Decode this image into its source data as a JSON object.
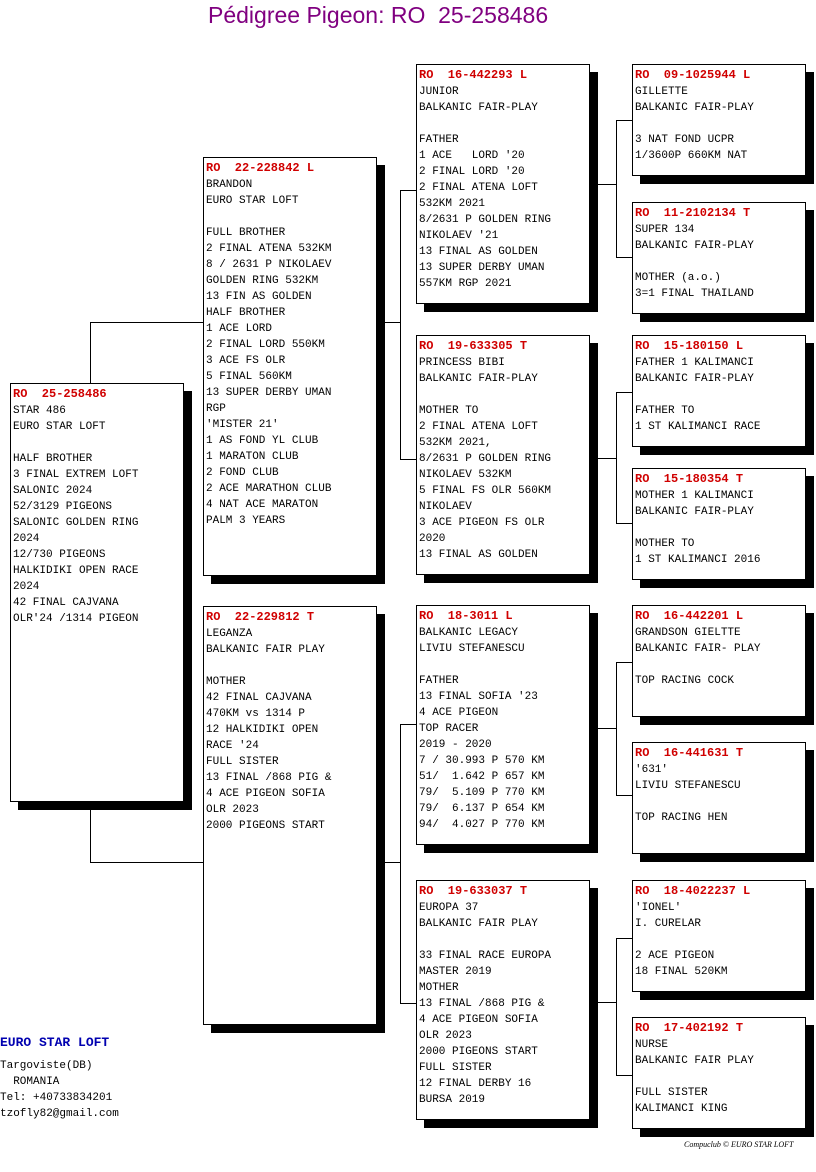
{
  "title": "Pédigree Pigeon: RO  25-258486",
  "subject": {
    "ring": "RO  25-258486",
    "lines": [
      "STAR 486",
      "EURO STAR LOFT",
      "",
      "HALF BROTHER",
      "3 FINAL EXTREM LOFT",
      "SALONIC 2024",
      "52/3129 PIGEONS",
      "SALONIC GOLDEN RING",
      "2024",
      "12/730 PIGEONS",
      "HALKIDIKI OPEN RACE",
      "2024",
      "42 FINAL CAJVANA",
      "OLR'24 /1314 PIGEON"
    ]
  },
  "sire": {
    "ring": "RO  22-228842 L",
    "lines": [
      "BRANDON",
      "EURO STAR LOFT",
      "",
      "FULL BROTHER",
      "2 FINAL ATENA 532KM",
      "8 / 2631 P NIKOLAEV",
      "GOLDEN RING 532KM",
      "13 FIN AS GOLDEN",
      "HALF BROTHER",
      "1 ACE LORD",
      "2 FINAL LORD 550KM",
      "3 ACE FS OLR",
      "5 FINAL 560KM",
      "13 SUPER DERBY UMAN",
      "RGP",
      "'MISTER 21'",
      "1 AS FOND YL CLUB",
      "1 MARATON CLUB",
      "2 FOND CLUB",
      "2 ACE MARATHON CLUB",
      "4 NAT ACE MARATON",
      "PALM 3 YEARS"
    ]
  },
  "dam": {
    "ring": "RO  22-229812 T",
    "lines": [
      "LEGANZA",
      "BALKANIC FAIR PLAY",
      "",
      "MOTHER",
      "42 FINAL CAJVANA",
      "470KM vs 1314 P",
      "12 HALKIDIKI OPEN",
      "RACE '24",
      "FULL SISTER",
      "13 FINAL /868 PIG &",
      "4 ACE PIGEON SOFIA",
      "OLR 2023",
      "2000 PIGEONS START"
    ]
  },
  "sire_sire": {
    "ring": "RO  16-442293 L",
    "lines": [
      "JUNIOR",
      "BALKANIC FAIR-PLAY",
      "",
      "FATHER",
      "1 ACE   LORD '20",
      "2 FINAL LORD '20",
      "2 FINAL ATENA LOFT",
      "532KM 2021",
      "8/2631 P GOLDEN RING",
      "NIKOLAEV '21",
      "13 FINAL AS GOLDEN",
      "13 SUPER DERBY UMAN",
      "557KM RGP 2021"
    ]
  },
  "sire_dam": {
    "ring": "RO  19-633305 T",
    "lines": [
      "PRINCESS BIBI",
      "BALKANIC FAIR-PLAY",
      "",
      "MOTHER TO",
      "2 FINAL ATENA LOFT",
      "532KM 2021,",
      "8/2631 P GOLDEN RING",
      "NIKOLAEV 532KM",
      "5 FINAL FS OLR 560KM",
      "NIKOLAEV",
      "3 ACE PIGEON FS OLR",
      "2020",
      "13 FINAL AS GOLDEN"
    ]
  },
  "dam_sire": {
    "ring": "RO  18-3011 L",
    "lines": [
      "BALKANIC LEGACY",
      "LIVIU STEFANESCU",
      "",
      "FATHER",
      "13 FINAL SOFIA '23",
      "4 ACE PIGEON",
      "TOP RACER",
      "2019 - 2020",
      "7 / 30.993 P 570 KM",
      "51/  1.642 P 657 KM",
      "79/  5.109 P 770 KM",
      "79/  6.137 P 654 KM",
      "94/  4.027 P 770 KM"
    ]
  },
  "dam_dam": {
    "ring": "RO  19-633037 T",
    "lines": [
      "EUROPA 37",
      "BALKANIC FAIR PLAY",
      "",
      "33 FINAL RACE EUROPA",
      "MASTER 2019",
      "MOTHER",
      "13 FINAL /868 PIG &",
      "4 ACE PIGEON SOFIA",
      "OLR 2023",
      "2000 PIGEONS START",
      "FULL SISTER",
      "12 FINAL DERBY 16",
      "BURSA 2019"
    ]
  },
  "gg1": {
    "ring": "RO  09-1025944 L",
    "lines": [
      "GILLETTE",
      "BALKANIC FAIR-PLAY",
      "",
      "3 NAT FOND UCPR",
      "1/3600P 660KM NAT"
    ]
  },
  "gg2": {
    "ring": "RO  11-2102134 T",
    "lines": [
      "SUPER 134",
      "BALKANIC FAIR-PLAY",
      "",
      "MOTHER (a.o.)",
      "3=1 FINAL THAILAND"
    ]
  },
  "gg3": {
    "ring": "RO  15-180150 L",
    "lines": [
      "FATHER 1 KALIMANCI",
      "BALKANIC FAIR-PLAY",
      "",
      "FATHER TO",
      "1 ST KALIMANCI RACE"
    ]
  },
  "gg4": {
    "ring": "RO  15-180354 T",
    "lines": [
      "MOTHER 1 KALIMANCI",
      "BALKANIC FAIR-PLAY",
      "",
      "MOTHER TO",
      "1 ST KALIMANCI 2016"
    ]
  },
  "gg5": {
    "ring": "RO  16-442201 L",
    "lines": [
      "GRANDSON GIELTTE",
      "BALKANIC FAIR- PLAY",
      "",
      "TOP RACING COCK"
    ]
  },
  "gg6": {
    "ring": "RO  16-441631 T",
    "lines": [
      "'631'",
      "LIVIU STEFANESCU",
      "",
      "TOP RACING HEN"
    ]
  },
  "gg7": {
    "ring": "RO  18-4022237 L",
    "lines": [
      "'IONEL'",
      "I. CURELAR",
      "",
      "2 ACE PIGEON",
      "18 FINAL 520KM"
    ]
  },
  "gg8": {
    "ring": "RO  17-402192 T",
    "lines": [
      "NURSE",
      "BALKANIC FAIR PLAY",
      "",
      "FULL SISTER",
      "KALIMANCI KING"
    ]
  },
  "footer": {
    "loft": "EURO STAR LOFT",
    "city": "Targoviste(DB)",
    "country": "  ROMANIA",
    "tel": "Tel: +40733834201",
    "email": "tzofly82@gmail.com"
  },
  "credit": "Compuclub © EURO STAR LOFT"
}
